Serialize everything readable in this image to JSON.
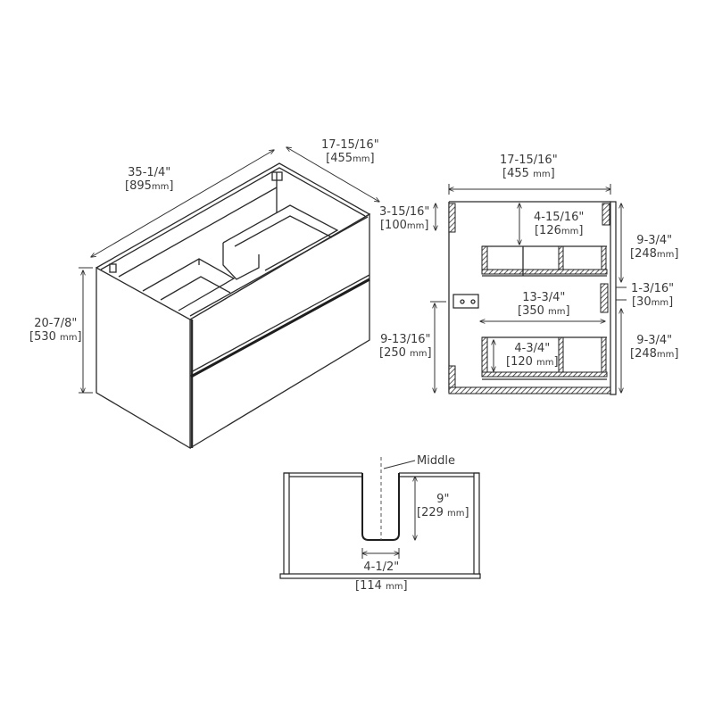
{
  "iso_view": {
    "width": {
      "inch": "35-1/4\"",
      "mm": "895",
      "unit": "mm"
    },
    "depth": {
      "inch": "17-15/16\"",
      "mm": "455",
      "unit": "mm"
    },
    "height": {
      "inch": "20-7/8\"",
      "mm": "530",
      "unit": "mm"
    }
  },
  "side_section": {
    "depth": {
      "inch": "17-15/16\"",
      "mm": "455",
      "unit": "mm"
    },
    "top_rail": {
      "inch": "3-15/16\"",
      "mm": "100",
      "unit": "mm"
    },
    "upper_drawer_clearance": {
      "inch": "4-15/16\"",
      "mm": "126",
      "unit": "mm"
    },
    "upper_front": {
      "inch": "9-3/4\"",
      "mm": "248",
      "unit": "mm"
    },
    "gap": {
      "inch": "1-3/16\"",
      "mm": "30",
      "unit": "mm"
    },
    "lower_front": {
      "inch": "9-3/4\"",
      "mm": "248",
      "unit": "mm"
    },
    "drawer_depth": {
      "inch": "13-3/4\"",
      "mm": "350",
      "unit": "mm"
    },
    "mount_height": {
      "inch": "9-13/16\"",
      "mm": "250",
      "unit": "mm"
    },
    "lower_drawer_height": {
      "inch": "4-3/4\"",
      "mm": "120",
      "unit": "mm"
    }
  },
  "top_drawer_view": {
    "middle_label": "Middle",
    "cutout_depth": {
      "inch": "9\"",
      "mm": "229",
      "unit": "mm"
    },
    "cutout_width": {
      "inch": "4-1/2\"",
      "mm": "114",
      "unit": "mm"
    }
  }
}
